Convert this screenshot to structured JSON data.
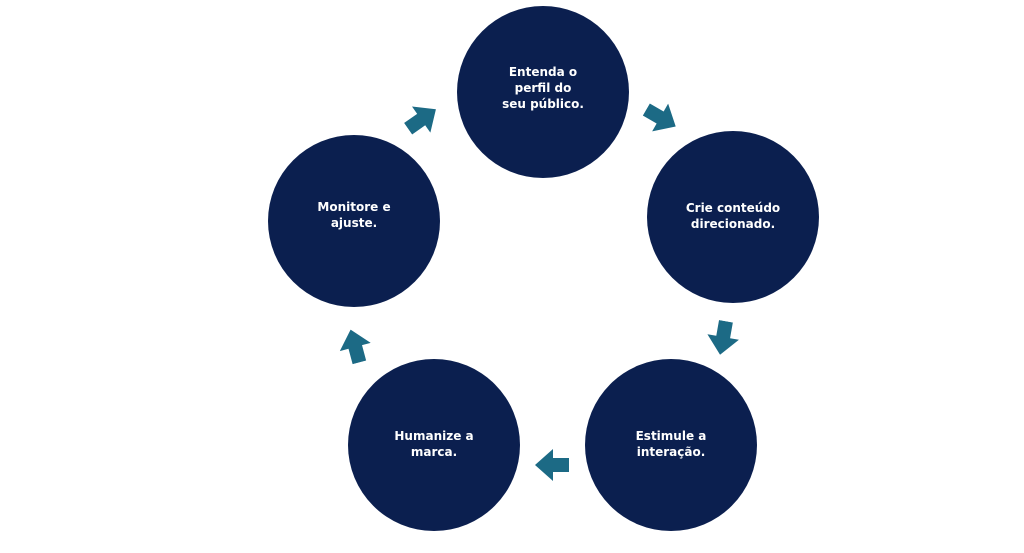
{
  "diagram": {
    "type": "cycle",
    "colors": {
      "node_fill": "#0b1f4f",
      "node_text": "#ffffff",
      "arrow": "#1c6a85",
      "background": "#ffffff"
    },
    "nodes": [
      {
        "label": "Entenda o perfil do seu público."
      },
      {
        "label": "Crie conteúdo direcionado."
      },
      {
        "label": "Estimule a interação."
      },
      {
        "label": "Humanize a marca."
      },
      {
        "label": "Monitore e ajuste."
      }
    ],
    "arrows": [
      {
        "from": 1,
        "to": 2,
        "icon": "arrow-right-icon"
      },
      {
        "from": 2,
        "to": 3,
        "icon": "arrow-right-icon"
      },
      {
        "from": 3,
        "to": 4,
        "icon": "arrow-right-icon"
      },
      {
        "from": 4,
        "to": 5,
        "icon": "arrow-right-icon"
      },
      {
        "from": 5,
        "to": 1,
        "icon": "arrow-right-icon"
      }
    ]
  }
}
